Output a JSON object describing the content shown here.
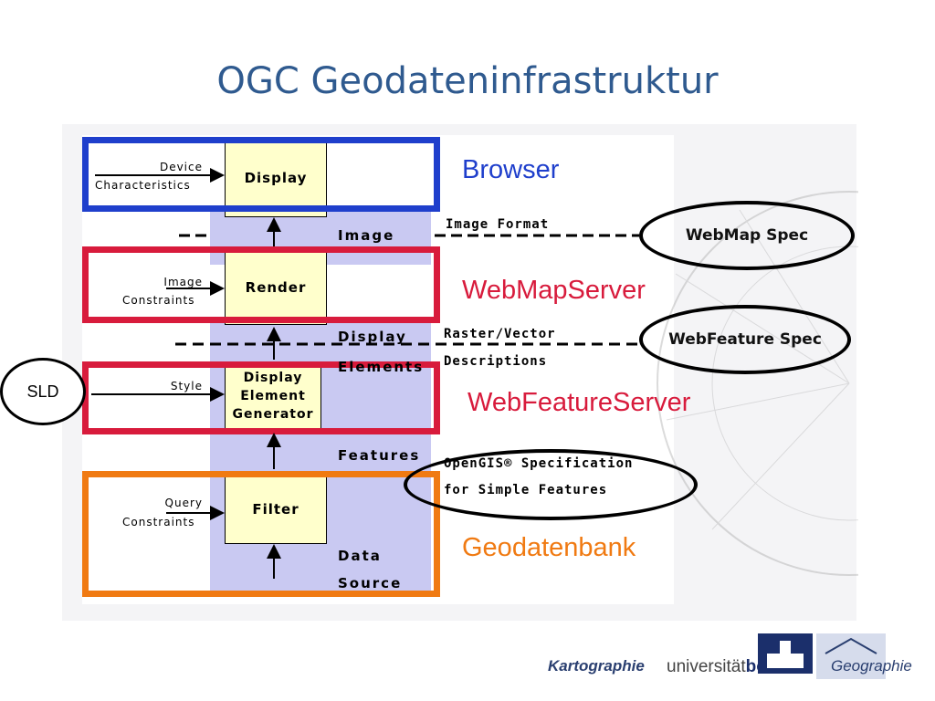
{
  "title": "OGC Geodateninfrastruktur",
  "boxes": {
    "display": "Display",
    "render": "Render",
    "generator": "Display Element Generator",
    "filter": "Filter"
  },
  "inputs": {
    "device": "Device",
    "device2": "Characteristics",
    "image": "Image",
    "image2": "Constraints",
    "style": "Style",
    "query": "Query",
    "query2": "Constraints"
  },
  "flows": {
    "image": "Image",
    "display": "Display",
    "elements": "Elements",
    "features": "Features",
    "data": "Data",
    "source": "Source"
  },
  "specs": {
    "image_format": "Image Format",
    "raster_vector": "Raster/Vector",
    "descriptions": "Descriptions",
    "opengis": "OpenGIS® Specification",
    "simple_features": "for Simple Features"
  },
  "layers": {
    "browser": "Browser",
    "webmap": "WebMapServer",
    "webfeature": "WebFeatureServer",
    "geodatenbank": "Geodatenbank"
  },
  "ellipses": {
    "webmap_spec": "WebMap Spec",
    "webfeature_spec": "WebFeature Spec",
    "sld": "SLD"
  },
  "colors": {
    "title": "#2f5a8f",
    "browser": "#1f3fcc",
    "server": "#d81b3c",
    "geodatenbank": "#f07a12",
    "band": "#c9c9f2",
    "box": "#ffffcc"
  },
  "footer": {
    "kartographie": "Kartographie",
    "universitaet": "universität",
    "bonn": "bonn",
    "geographie": "Geographie"
  }
}
